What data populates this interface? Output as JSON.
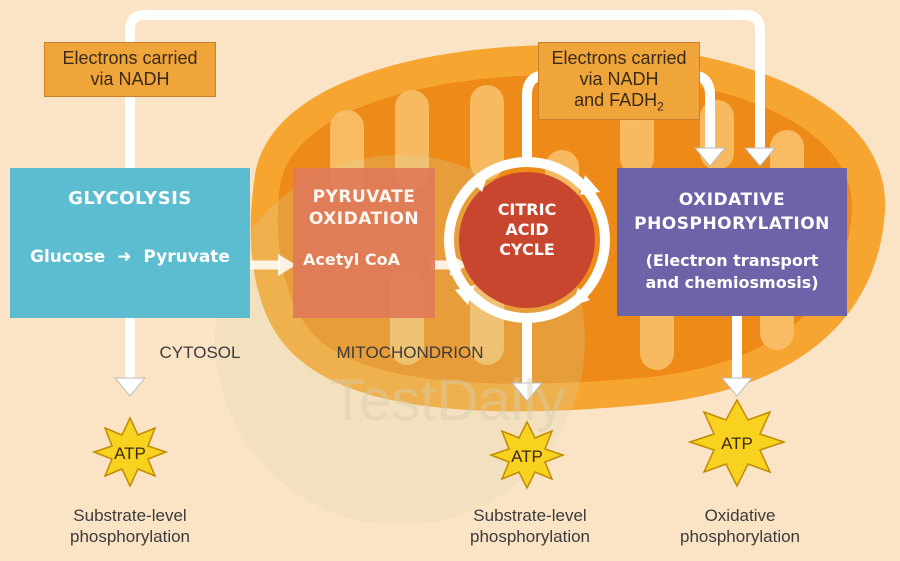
{
  "labels": {
    "nadh_left": "Electrons carried\nvia NADH",
    "nadh_fadh": "Electrons carried\nvia NADH\nand FADH",
    "fadh_sub": "2",
    "glycolysis_title": "GLYCOLYSIS",
    "glucose": "Glucose",
    "pyruvate": "Pyruvate",
    "pyruvate_oxidation_title": "PYRUVATE\nOXIDATION",
    "acetyl_coa": "Acetyl CoA",
    "citric_acid_cycle": "CITRIC\nACID\nCYCLE",
    "oxphos_title": "OXIDATIVE\nPHOSPHORYLATION",
    "oxphos_sub": "(Electron transport\nand chemiosmosis)",
    "cytosol": "CYTOSOL",
    "mitochondrion": "MITOCHONDRION",
    "atp": "ATP",
    "substrate_level_1": "Substrate-level\nphosphorylation",
    "substrate_level_2": "Substrate-level\nphosphorylation",
    "oxidative_phos": "Oxidative\nphosphorylation",
    "watermark": "TestDaily"
  },
  "colors": {
    "background": "#fbe3c6",
    "mito_outer": "#f5a733",
    "mito_inner": "#f08a1a",
    "glycolysis": "#5cbcd0",
    "pyruvate_oxidation": "#e07b5a",
    "citric_cycle": "#c8452e",
    "oxphos": "#6c63a8",
    "label_box": "#f0a53a"
  }
}
